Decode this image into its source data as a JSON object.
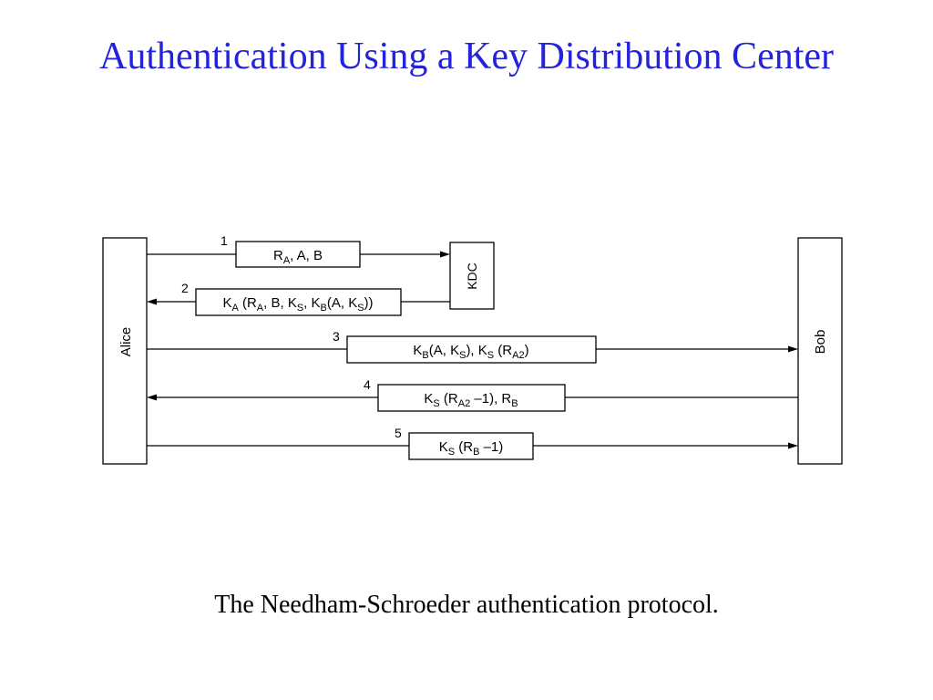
{
  "title": "Authentication Using a Key Distribution Center",
  "caption": "The Needham-Schroeder authentication protocol.",
  "colors": {
    "title": "#2323dc",
    "text": "#000000"
  },
  "parties": {
    "alice": "Alice",
    "kdc": "KDC",
    "bob": "Bob"
  },
  "messages": [
    {
      "number": "1",
      "from": "Alice",
      "to": "KDC",
      "content": "RA, A, B",
      "parts": [
        {
          "t": "R"
        },
        {
          "t": "A",
          "sub": true
        },
        {
          "t": ", A, B"
        }
      ]
    },
    {
      "number": "2",
      "from": "KDC",
      "to": "Alice",
      "content": "KA (RA, B, KS, KB(A, KS))",
      "parts": [
        {
          "t": "K"
        },
        {
          "t": "A",
          "sub": true
        },
        {
          "t": " (R"
        },
        {
          "t": "A",
          "sub": true
        },
        {
          "t": ", B, K"
        },
        {
          "t": "S",
          "sub": true
        },
        {
          "t": ", K"
        },
        {
          "t": "B",
          "sub": true
        },
        {
          "t": "(A, K"
        },
        {
          "t": "S",
          "sub": true
        },
        {
          "t": "))"
        }
      ]
    },
    {
      "number": "3",
      "from": "Alice",
      "to": "Bob",
      "content": "KB(A, KS), KS (RA2)",
      "parts": [
        {
          "t": "K"
        },
        {
          "t": "B",
          "sub": true
        },
        {
          "t": "(A, K"
        },
        {
          "t": "S",
          "sub": true
        },
        {
          "t": "), K"
        },
        {
          "t": "S",
          "sub": true
        },
        {
          "t": " (R"
        },
        {
          "t": "A2",
          "sub": true
        },
        {
          "t": ")"
        }
      ]
    },
    {
      "number": "4",
      "from": "Bob",
      "to": "Alice",
      "content": "KS (RA2 –1), RB",
      "parts": [
        {
          "t": "K"
        },
        {
          "t": "S",
          "sub": true
        },
        {
          "t": " (R"
        },
        {
          "t": "A2",
          "sub": true
        },
        {
          "t": " –1), R"
        },
        {
          "t": "B",
          "sub": true
        }
      ]
    },
    {
      "number": "5",
      "from": "Alice",
      "to": "Bob",
      "content": "KS (RB –1)",
      "parts": [
        {
          "t": "K"
        },
        {
          "t": "S",
          "sub": true
        },
        {
          "t": " (R"
        },
        {
          "t": "B",
          "sub": true
        },
        {
          "t": " –1)"
        }
      ]
    }
  ]
}
